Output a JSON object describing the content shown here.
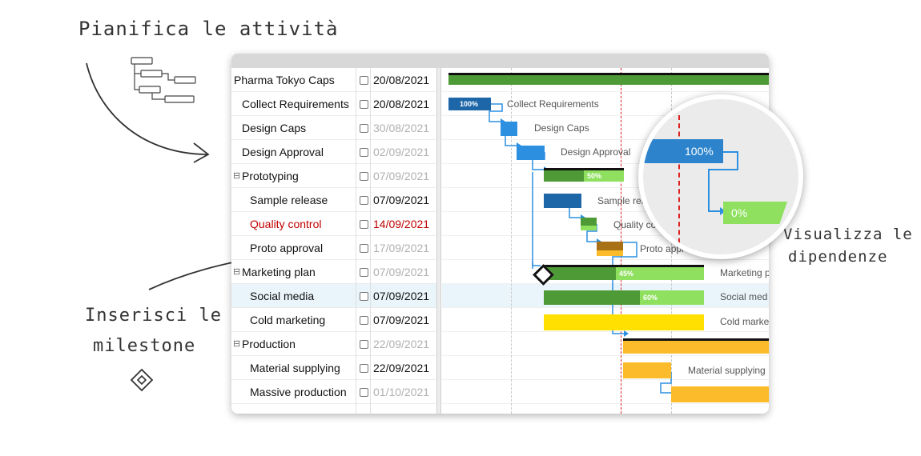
{
  "headings": {
    "plan": "Pianifica le attività",
    "milestones_line1": "Inserisci le",
    "milestones_line2": "milestone",
    "dependencies_line1": "Visualizza le",
    "dependencies_line2": "dipendenze"
  },
  "tasks": [
    {
      "name": "Pharma Tokyo Caps",
      "date": "20/08/2021"
    },
    {
      "name": "Collect Requirements",
      "date": "20/08/2021"
    },
    {
      "name": "Design Caps",
      "date": "30/08/2021"
    },
    {
      "name": "Design Approval",
      "date": "02/09/2021"
    },
    {
      "name": "Prototyping",
      "date": "07/09/2021"
    },
    {
      "name": "Sample release",
      "date": "07/09/2021"
    },
    {
      "name": "Quality control",
      "date": "14/09/2021"
    },
    {
      "name": "Proto approval",
      "date": "17/09/2021"
    },
    {
      "name": "Marketing plan",
      "date": "07/09/2021"
    },
    {
      "name": "Social media",
      "date": "07/09/2021"
    },
    {
      "name": "Cold marketing",
      "date": "07/09/2021"
    },
    {
      "name": "Production",
      "date": "22/09/2021"
    },
    {
      "name": "Material supplying",
      "date": "22/09/2021"
    },
    {
      "name": "Massive production",
      "date": "01/10/2021"
    }
  ],
  "bar_labels": {
    "collect": "Collect Requirements",
    "design_caps": "Design Caps",
    "design_approval": "Design Approval",
    "sample_release": "Sample rel",
    "quality_control": "Quality co",
    "proto_approval": "Proto approval",
    "marketing_plan": "Marketing p",
    "social_media": "Social med",
    "cold_marketing": "Cold marke",
    "material_supplying": "Material supplying"
  },
  "progress": {
    "collect": "100%",
    "prototyping": "50%",
    "marketing_plan": "45%",
    "social_media": "60%",
    "zoom_done": "100%",
    "zoom_todo": "0%"
  },
  "colors": {
    "summary_green": "#4e9a36",
    "task_blue": "#2d8fe0",
    "task_blue_dark": "#1d66a8",
    "task_green": "#8ee05e",
    "task_yellow": "#ffe000",
    "task_orange": "#fbbb2a",
    "today_red": "#dd2222",
    "link_blue": "#2d8fe0"
  }
}
